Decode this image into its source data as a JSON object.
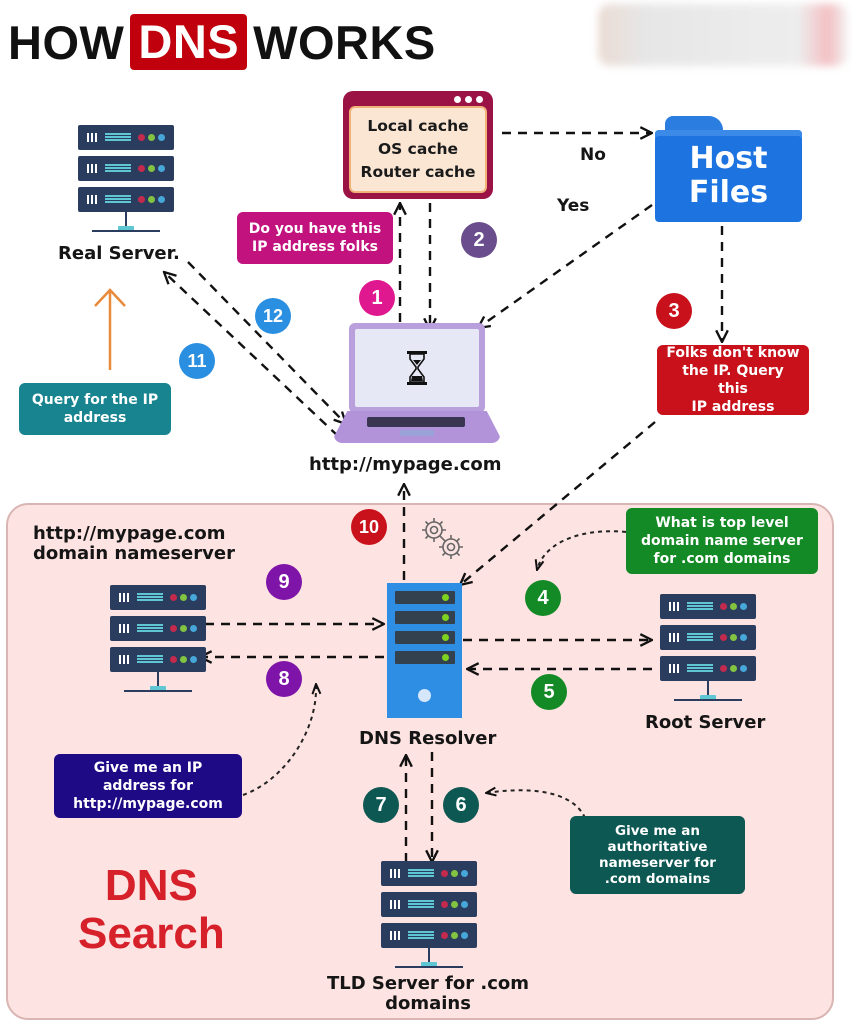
{
  "title": {
    "prefix": "HOW",
    "highlight": "DNS",
    "suffix": "WORKS"
  },
  "colors": {
    "brand_red": "#c0000c",
    "panel_bg": "#fde3e1",
    "cache_frame": "#9b1344",
    "folder_blue": "#1d74e0",
    "laptop_purple": "#b99fdc",
    "resolver_blue": "#2d8ee3",
    "server_navy": "#2b3d5e"
  },
  "cache_window": {
    "lines": [
      "Local cache",
      "OS cache",
      "Router cache"
    ]
  },
  "host_files": {
    "lines": [
      "Host",
      "Files"
    ]
  },
  "decision_labels": {
    "no": "No",
    "yes": "Yes"
  },
  "client": {
    "url": "http://mypage.com",
    "screen_icon": "hourglass-icon"
  },
  "real_server": {
    "label": "Real Server."
  },
  "dns_search": {
    "title_line1": "DNS",
    "title_line2": "Search"
  },
  "servers": {
    "domain_nameserver": {
      "label_line1": "http://mypage.com",
      "label_line2": "domain nameserver"
    },
    "resolver": {
      "label": "DNS Resolver"
    },
    "root": {
      "label": "Root Server"
    },
    "tld": {
      "label_line1": "TLD Server for .com",
      "label_line2": "domains"
    }
  },
  "callouts": {
    "ask_folks": {
      "text": "Do you have this IP address folks",
      "line1": "Do you have this",
      "line2": "IP address folks",
      "color": "#c2127e"
    },
    "folks_dont_know": {
      "line1": "Folks don't know",
      "line2": "the IP. Query this",
      "line3": "IP address",
      "color": "#c8111b"
    },
    "query_ip": {
      "line1": "Query for the IP",
      "line2": "address",
      "color": "#17848f"
    },
    "tld_question": {
      "line1": "What is top level",
      "line2": "domain name server",
      "line3": "for .com domains",
      "color": "#138a25"
    },
    "authoritative": {
      "line1": "Give me an",
      "line2": "authoritative",
      "line3": "nameserver for",
      "line4": ".com domains",
      "color": "#0d5853"
    },
    "give_ip": {
      "line1": "Give me an IP",
      "line2": "address for",
      "line3": "http://mypage.com",
      "color": "#1f0a86"
    }
  },
  "steps": [
    {
      "n": "1",
      "color": "#e0188f"
    },
    {
      "n": "2",
      "color": "#6a4d8c"
    },
    {
      "n": "3",
      "color": "#c8111b"
    },
    {
      "n": "4",
      "color": "#138a25"
    },
    {
      "n": "5",
      "color": "#138a25"
    },
    {
      "n": "6",
      "color": "#0d5853"
    },
    {
      "n": "7",
      "color": "#0d5853"
    },
    {
      "n": "8",
      "color": "#7f14a8"
    },
    {
      "n": "9",
      "color": "#7f14a8"
    },
    {
      "n": "10",
      "color": "#c8111b"
    },
    {
      "n": "11",
      "color": "#2a8fe0"
    },
    {
      "n": "12",
      "color": "#2a8fe0"
    }
  ]
}
